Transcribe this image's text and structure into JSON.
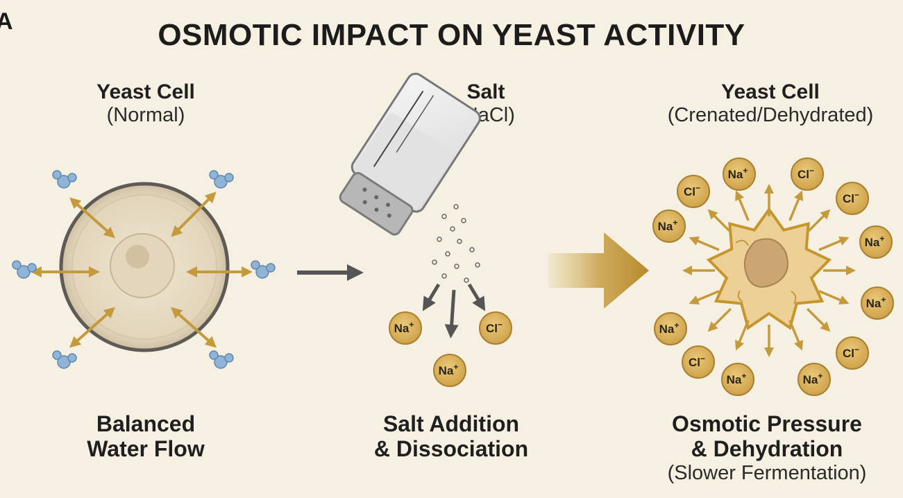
{
  "corner_mark": "A",
  "title": "OSMOTIC IMPACT ON YEAST ACTIVITY",
  "panels": {
    "left": {
      "heading": "Yeast Cell",
      "subheading": "(Normal)",
      "caption_line1": "Balanced",
      "caption_line2": "Water Flow"
    },
    "middle": {
      "heading": "Salt",
      "subheading": "(NaCl)",
      "caption_line1": "Salt Addition",
      "caption_line2": "& Dissociation"
    },
    "right": {
      "heading": "Yeast Cell",
      "subheading": "(Crenated/Dehydrated)",
      "caption_line1": "Osmotic Pressure",
      "caption_line2": "& Dehydration",
      "caption_line3": "(Slower Fermentation)"
    }
  },
  "ions": {
    "sodium": "Na",
    "chloride": "Cl",
    "sodium_charge": "+",
    "chloride_charge": "−"
  },
  "icons": [
    "water-molecule-icon",
    "salt-shaker-icon",
    "double-arrow-icon",
    "ion-icon"
  ],
  "colors": {
    "background": "#f5f0e1",
    "arrow_gold": "#c49a3c",
    "ion_fill": "#dcb45a",
    "water_blue": "#8fb4d6",
    "cell_fill": "#e7dcc6",
    "shrunken_cell": "#e8c98a"
  }
}
